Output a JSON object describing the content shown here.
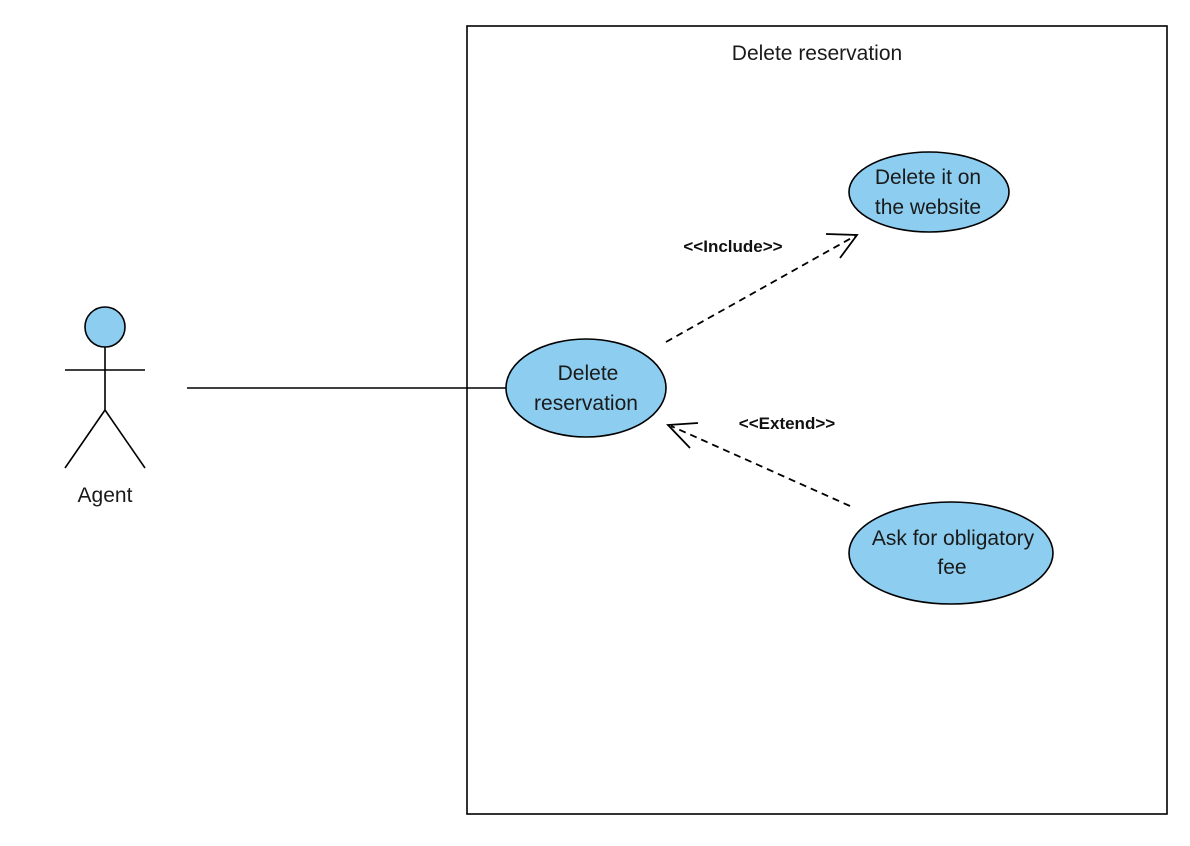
{
  "system_boundary": {
    "title": "Delete reservation"
  },
  "actor": {
    "name": "Agent"
  },
  "use_cases": {
    "main": {
      "line1": "Delete",
      "line2": "reservation"
    },
    "include_target": {
      "line1": "Delete it on",
      "line2": "the website"
    },
    "extend_source": {
      "line1": "Ask for obligatory",
      "line2": "fee"
    }
  },
  "relations": {
    "include_label": "<<Include>>",
    "extend_label": "<<Extend>>"
  },
  "colors": {
    "use_case_fill": "#8ccdf0",
    "stroke": "#000000",
    "background": "#ffffff"
  }
}
